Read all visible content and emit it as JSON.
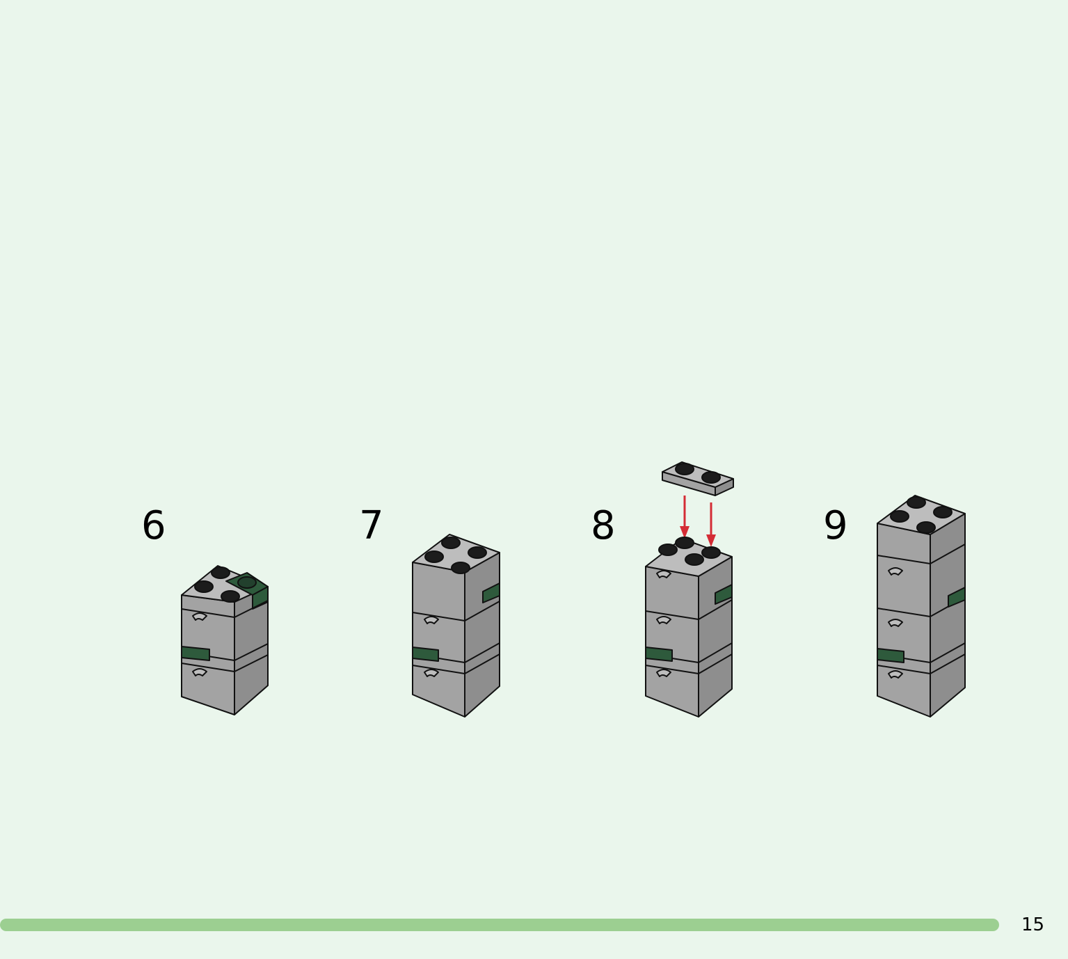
{
  "page": {
    "background_color": "#eaf6ec",
    "page_number": "15"
  },
  "steps": [
    {
      "number": "6",
      "description_icon": "two-brick-stack-with-dark-green-plate"
    },
    {
      "number": "7",
      "description_icon": "three-brick-stack"
    },
    {
      "number": "8",
      "description_icon": "three-brick-stack-adding-1x2-plate",
      "arrows": 2
    },
    {
      "number": "9",
      "description_icon": "finished-four-brick-stack"
    }
  ],
  "colors": {
    "brick_gray": "#a3a3a3",
    "brick_gray_light": "#bdbdbd",
    "brick_gray_dark": "#8e8e8e",
    "stud": "#1c1c1c",
    "dark_green": "#2e5a3c",
    "arrow_red": "#d42c35",
    "progress_bar": "#9ccf91"
  }
}
